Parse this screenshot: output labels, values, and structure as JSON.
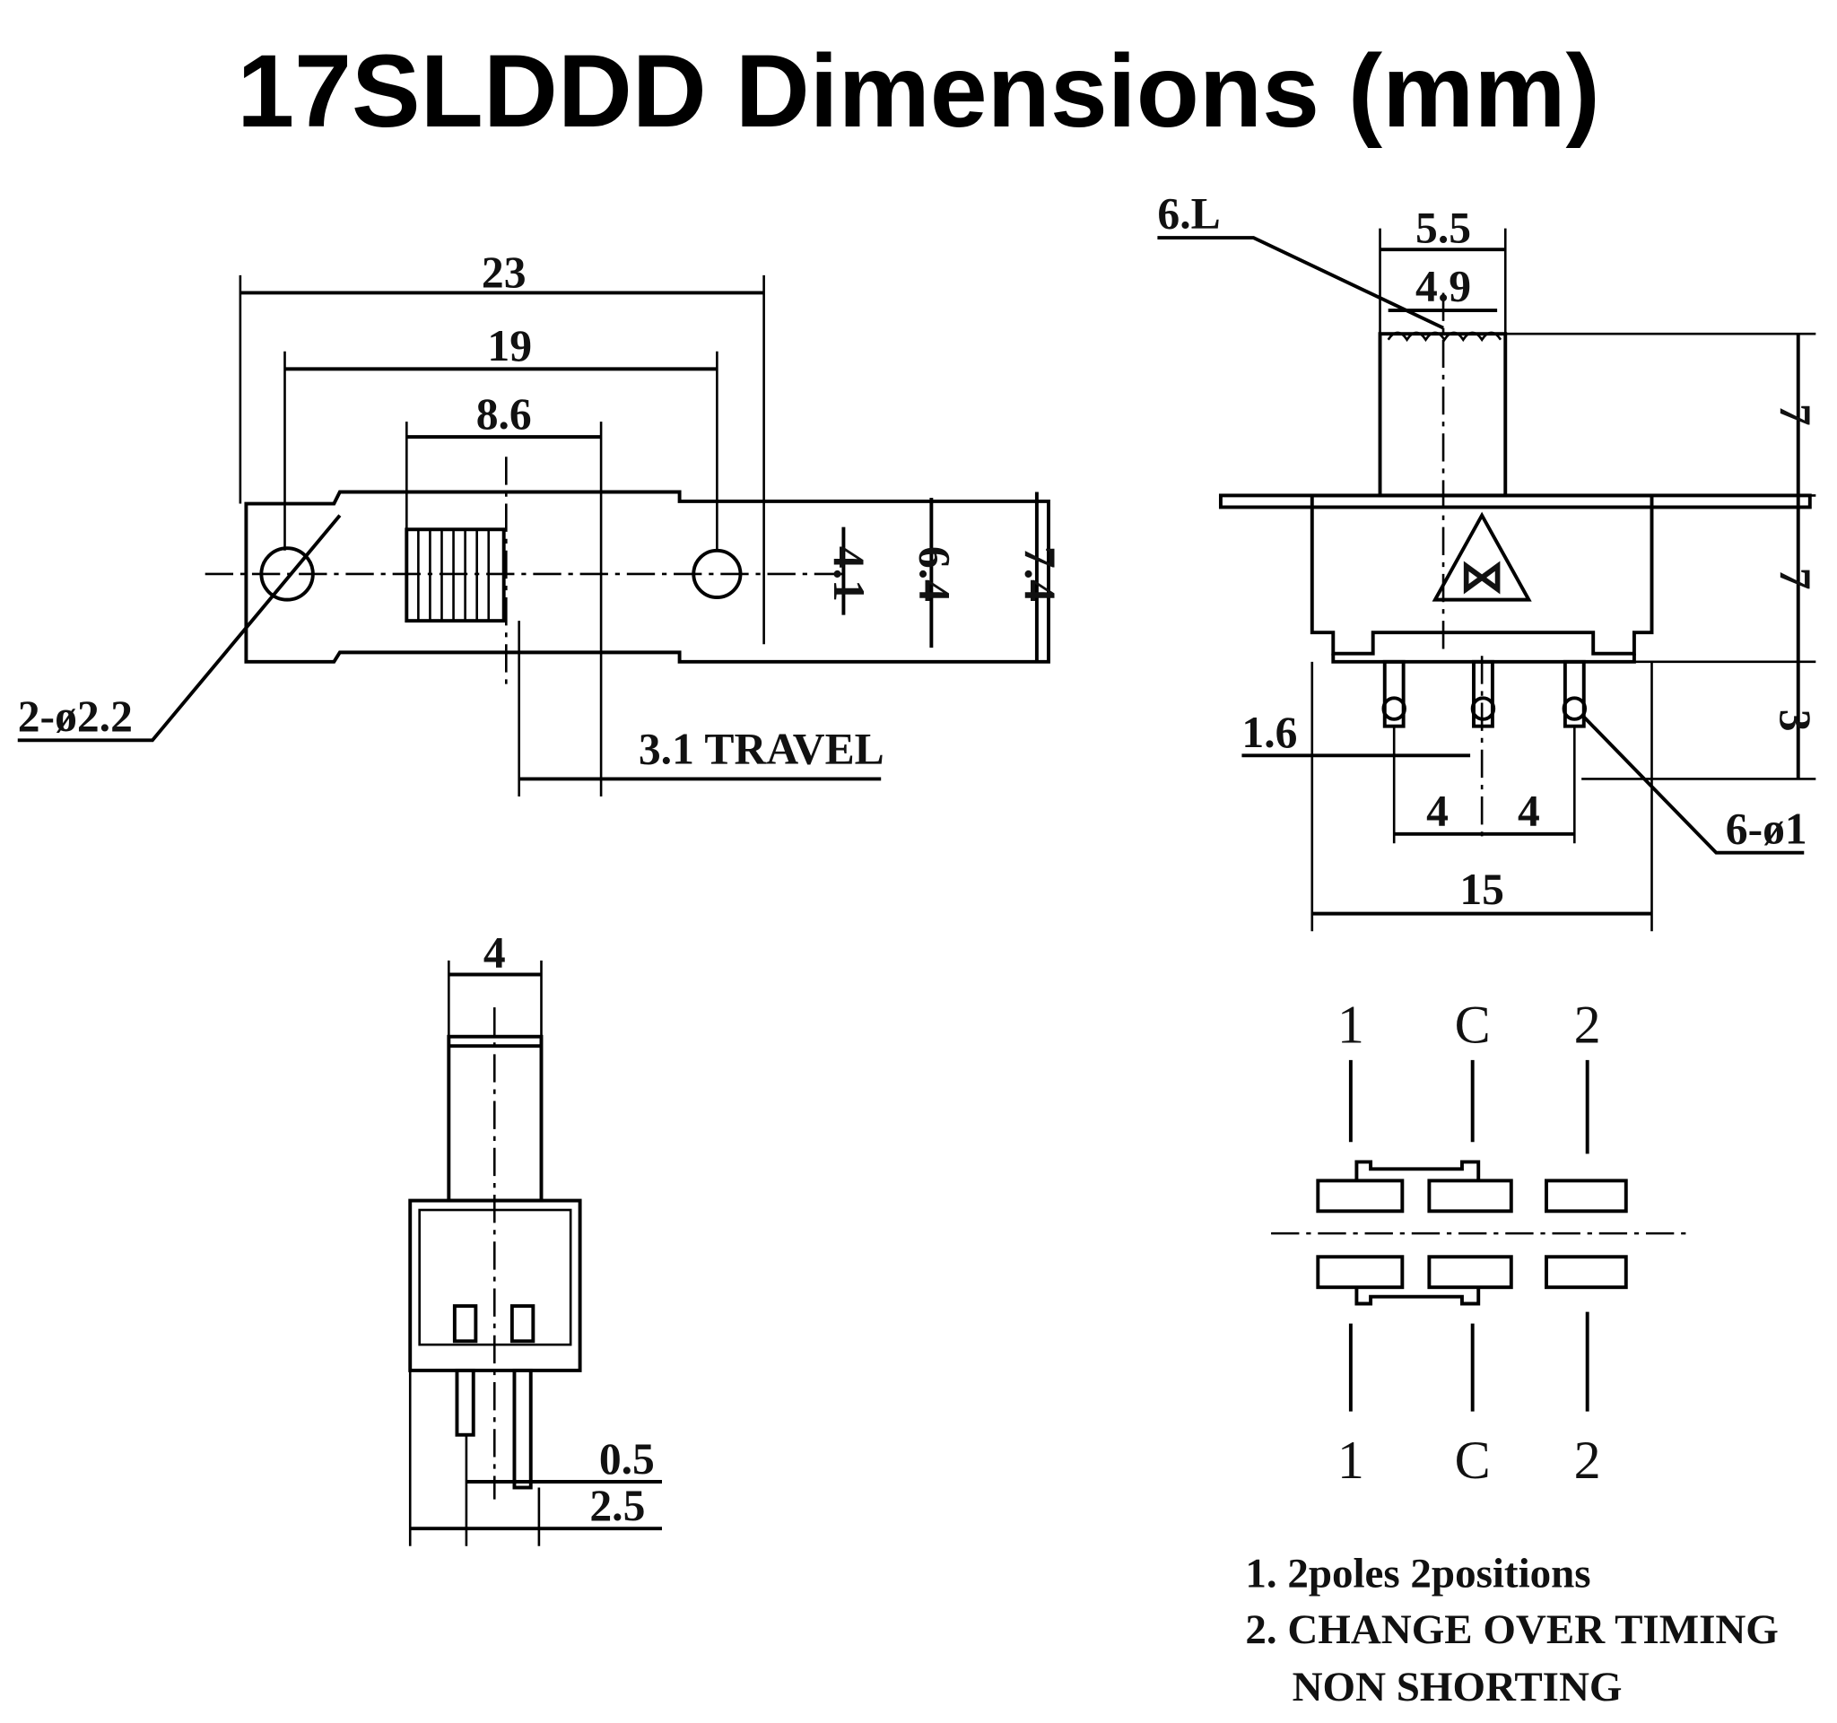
{
  "title": "17SLDDD Dimensions (mm)",
  "top_view": {
    "dim_overall": "23",
    "dim_holes": "19",
    "dim_slider": "8.6",
    "dim_4_1": "4.1",
    "dim_6_4": "6.4",
    "dim_7_4": "7.4",
    "holes": "2-ø2.2",
    "travel": "3.1 TRAVEL"
  },
  "front_view": {
    "knurl": "6.L",
    "dim_5_5": "5.5",
    "dim_4_9": "4.9",
    "dim_7a": "7",
    "dim_7b": "7",
    "dim_3": "3",
    "dim_1_6": "1.6",
    "pitch_a": "4",
    "pitch_b": "4",
    "pins": "6-ø1",
    "width": "15"
  },
  "side_view": {
    "dim_4": "4",
    "dim_0_5": "0.5",
    "dim_2_5": "2.5"
  },
  "schematic": {
    "top_labels": [
      "1",
      "C",
      "2"
    ],
    "bottom_labels": [
      "1",
      "C",
      "2"
    ]
  },
  "notes": [
    "1. 2poles 2positions",
    "2. CHANGE OVER TIMING",
    "NON SHORTING"
  ]
}
